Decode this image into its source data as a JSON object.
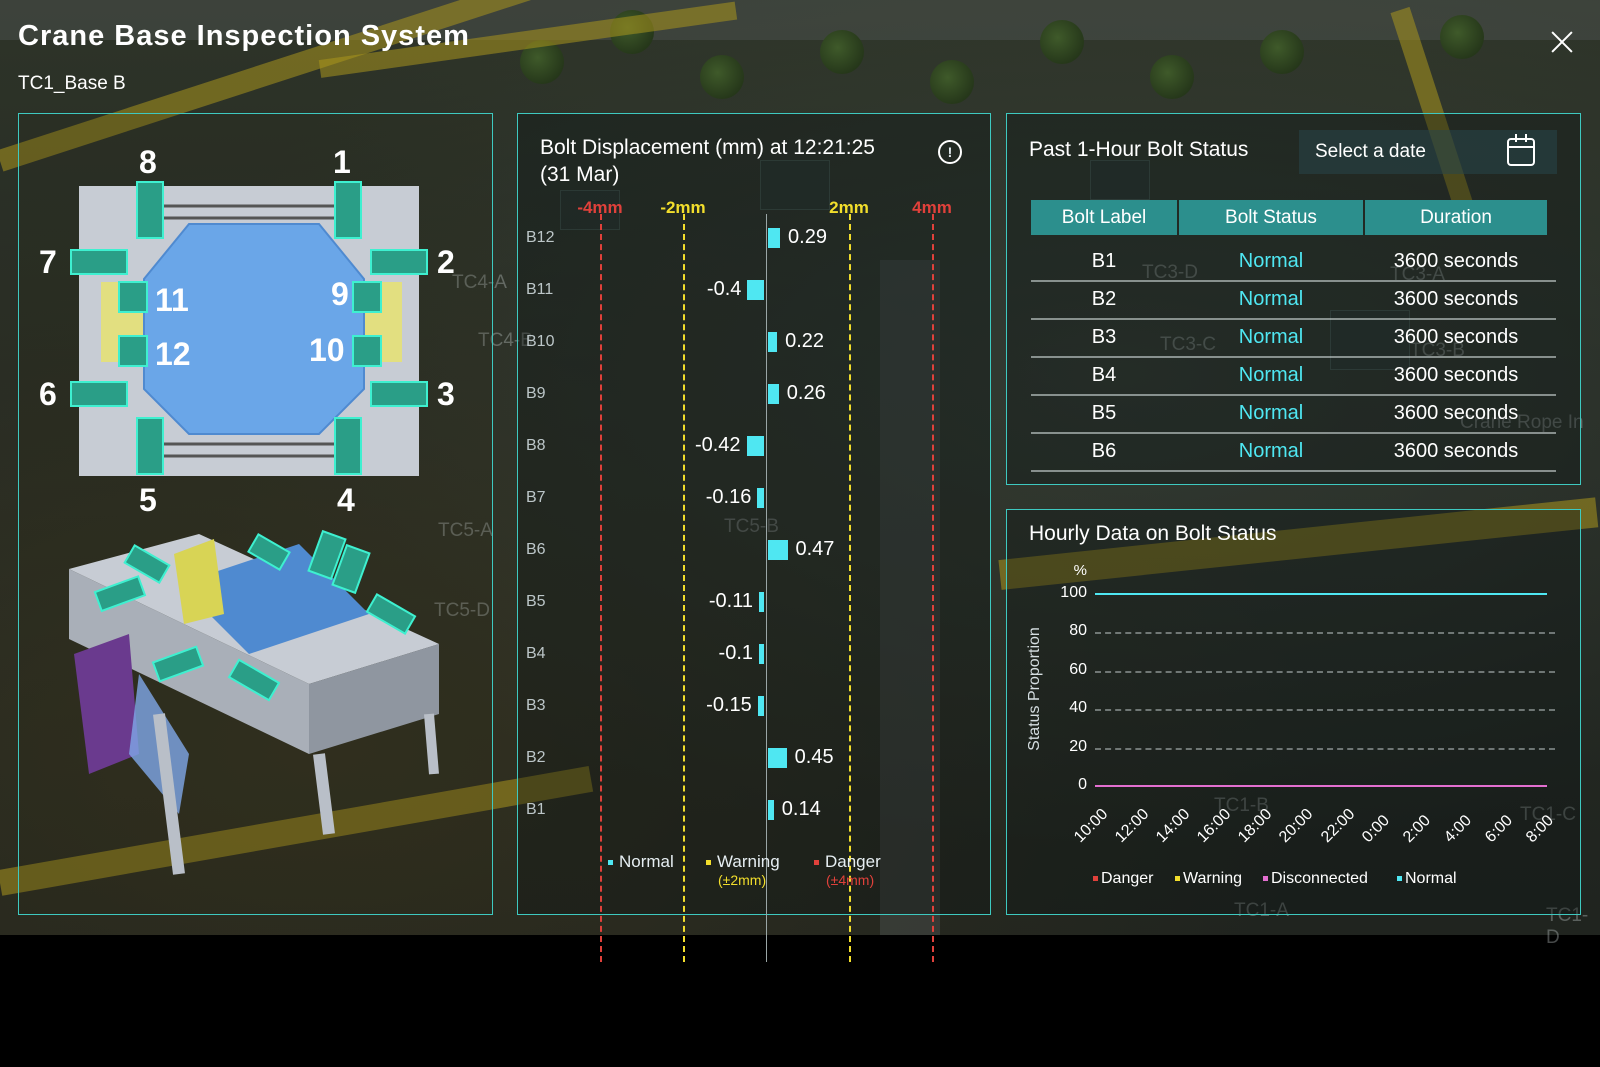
{
  "app": {
    "title": "Crane Base Inspection System",
    "subtitle": "TC1_Base B"
  },
  "colors": {
    "accent": "#3ec9c0",
    "normal": "#4fe7f2",
    "warning": "#f2de2c",
    "danger": "#e0413b",
    "disconnected": "#e36fd0",
    "table_header": "#2c8f8d"
  },
  "scene_labels": [
    "TC4-A",
    "TC4-B",
    "TC5-A",
    "TC5-D",
    "TC5-B",
    "TC3-D",
    "TC3-A",
    "TC3-C",
    "TC3-B",
    "Crane Rope In",
    "TC1-B",
    "TC1-C",
    "TC1-A",
    "TC1-D"
  ],
  "base_panel": {
    "bolt_numbers": [
      "1",
      "2",
      "3",
      "4",
      "5",
      "6",
      "7",
      "8",
      "9",
      "10",
      "11",
      "12"
    ]
  },
  "displacement": {
    "title": "Bolt Displacement (mm) at 12:21:25",
    "date": "(31 Mar)",
    "info_icon": "info-icon",
    "threshold_labels": [
      "-4mm",
      "-2mm",
      "2mm",
      "4mm"
    ],
    "chart_data": {
      "type": "bar",
      "orientation": "horizontal",
      "categories": [
        "B12",
        "B11",
        "B10",
        "B9",
        "B8",
        "B7",
        "B6",
        "B5",
        "B4",
        "B3",
        "B2",
        "B1"
      ],
      "values": [
        0.29,
        -0.4,
        0.22,
        0.26,
        -0.42,
        -0.16,
        0.47,
        -0.11,
        -0.1,
        -0.15,
        0.45,
        0.14
      ],
      "value_labels": [
        "0.29",
        "-0.4",
        "0.22",
        "0.26",
        "-0.42",
        "-0.16",
        "0.47",
        "-0.11",
        "-0.1",
        "-0.15",
        "0.45",
        "0.14"
      ],
      "thresholds": {
        "warning": 2,
        "danger": 4
      },
      "xlim": [
        -5,
        5
      ]
    },
    "legend": [
      {
        "label": "Normal",
        "sub": "",
        "color": "#4fe7f2"
      },
      {
        "label": "Warning",
        "sub": "(±2mm)",
        "color": "#f2de2c"
      },
      {
        "label": "Danger",
        "sub": "(±4mm)",
        "color": "#e0413b"
      }
    ]
  },
  "status_table": {
    "title": "Past 1-Hour Bolt Status",
    "date_placeholder": "Select a date",
    "calendar_icon": "calendar-icon",
    "columns": [
      "Bolt Label",
      "Bolt Status",
      "Duration"
    ],
    "rows": [
      [
        "B1",
        "Normal",
        "3600 seconds"
      ],
      [
        "B2",
        "Normal",
        "3600 seconds"
      ],
      [
        "B3",
        "Normal",
        "3600 seconds"
      ],
      [
        "B4",
        "Normal",
        "3600 seconds"
      ],
      [
        "B5",
        "Normal",
        "3600 seconds"
      ],
      [
        "B6",
        "Normal",
        "3600 seconds"
      ]
    ]
  },
  "hourly": {
    "title": "Hourly Data on Bolt Status",
    "chart_data": {
      "type": "line",
      "ylabel": "Status Proportion",
      "yunit": "%",
      "yticks": [
        "0",
        "20",
        "40",
        "60",
        "80",
        "100"
      ],
      "ylim": [
        0,
        100
      ],
      "x": [
        "10:00",
        "12:00",
        "14:00",
        "16:00",
        "18:00",
        "20:00",
        "22:00",
        "0:00",
        "2:00",
        "4:00",
        "6:00",
        "8:00"
      ],
      "series": [
        {
          "name": "Danger",
          "color": "#e0413b",
          "values": [
            0,
            0,
            0,
            0,
            0,
            0,
            0,
            0,
            0,
            0,
            0,
            0
          ]
        },
        {
          "name": "Warning",
          "color": "#f2de2c",
          "values": [
            0,
            0,
            0,
            0,
            0,
            0,
            0,
            0,
            0,
            0,
            0,
            0
          ]
        },
        {
          "name": "Disconnected",
          "color": "#e36fd0",
          "values": [
            0,
            0,
            0,
            0,
            0,
            0,
            0,
            0,
            0,
            0,
            0,
            0
          ]
        },
        {
          "name": "Normal",
          "color": "#4fe7f2",
          "values": [
            100,
            100,
            100,
            100,
            100,
            100,
            100,
            100,
            100,
            100,
            100,
            100
          ]
        }
      ],
      "grid": true,
      "legend": "bottom"
    }
  }
}
